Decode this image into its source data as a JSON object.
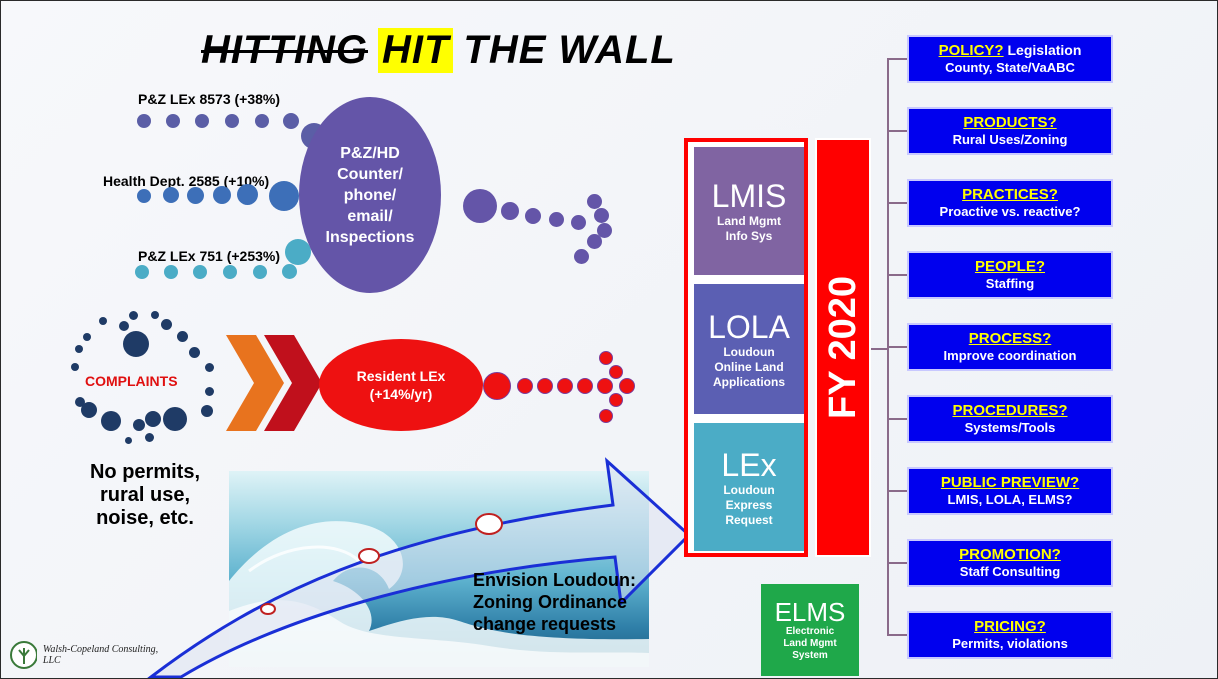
{
  "title": {
    "part1": "HITTING",
    "part2": "HIT",
    "part3": "THE WALL"
  },
  "streams": [
    {
      "label": "P&Z LEx 8573 (+38%)"
    },
    {
      "label": "Health Dept. 2585 (+10%)"
    },
    {
      "label": "P&Z LEx 751 (+253%)"
    }
  ],
  "center_ellipse": {
    "lines": [
      "P&Z/HD",
      "Counter/",
      "phone/",
      "email/",
      "Inspections"
    ]
  },
  "complaints": {
    "label": "COMPLAINTS"
  },
  "resident": {
    "line1": "Resident LEx",
    "line2": "(+14%/yr)"
  },
  "no_permits": {
    "lines": [
      "No permits,",
      "rural use,",
      "noise, etc."
    ]
  },
  "envision": {
    "lines": [
      "Envision Loudoun:",
      "Zoning Ordinance",
      "change requests"
    ]
  },
  "logo": {
    "text": "Walsh-Copeland Consulting, LLC"
  },
  "systems": [
    {
      "abbr": "LMIS",
      "lines": [
        "Land Mgmt",
        "Info Sys"
      ],
      "color": "#8064a2"
    },
    {
      "abbr": "LOLA",
      "lines": [
        "Loudoun",
        "Online Land",
        "Applications"
      ],
      "color": "#5b5fb3"
    },
    {
      "abbr": "LEx",
      "lines": [
        "Loudoun",
        "Express",
        "Request"
      ],
      "color": "#4bacc6"
    }
  ],
  "fy": {
    "label": "FY 2020",
    "color": "#ff0000"
  },
  "elms": {
    "abbr": "ELMS",
    "lines": [
      "Electronic",
      "Land Mgmt",
      "System"
    ],
    "color": "#1fa84a"
  },
  "boxes": [
    {
      "head": "POLICY?",
      "head_tail": " Legislation",
      "sub": "County, State/VaABC"
    },
    {
      "head": "PRODUCTS?",
      "sub": "Rural Uses/Zoning"
    },
    {
      "head": "PRACTICES?",
      "sub": "Proactive vs. reactive?"
    },
    {
      "head": "PEOPLE?",
      "sub": "Staffing"
    },
    {
      "head": "PROCESS?",
      "sub": "Improve coordination"
    },
    {
      "head": "PROCEDURES?",
      "sub": "Systems/Tools"
    },
    {
      "head": "PUBLIC PREVIEW?",
      "sub": "LMIS, LOLA, ELMS?"
    },
    {
      "head": "PROMOTION?",
      "sub": "Staff Consulting"
    },
    {
      "head": "PRICING?",
      "sub": "Permits, violations"
    }
  ]
}
